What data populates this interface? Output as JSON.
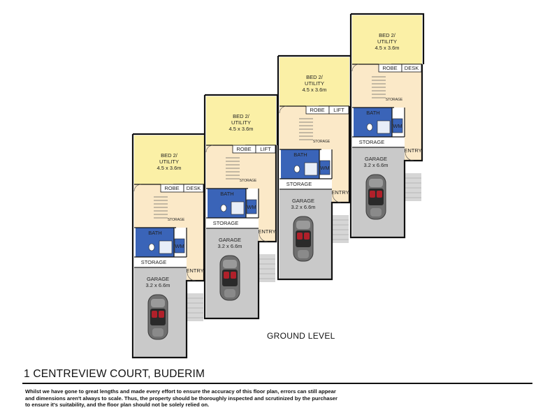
{
  "property": {
    "address": "1 CENTREVIEW COURT, BUDERIM",
    "level": "GROUND LEVEL",
    "disclaimer": [
      "Whilst we have gone to great lengths and made every effort to ensure the accuracy of this floor plan, errors can still appear",
      "and dimensions aren't always to scale. Thus, the property should be thoroughly inspected and scrutinized by the purchaser",
      "to ensure it's suitability, and the floor plan should not be solely relied on."
    ]
  },
  "units": [
    {
      "id": "unit-1",
      "bed": [
        "BED 2/",
        "UTILITY",
        "4.5 x 3.6m"
      ],
      "robe": "ROBE",
      "extra": "DESK",
      "storage_small": "STORAGE",
      "bath": "BATH",
      "wm": "WM",
      "storage": "STORAGE",
      "entry": "ENTRY",
      "garage": [
        "GARAGE",
        "3.2 x 6.6m"
      ]
    },
    {
      "id": "unit-2",
      "bed": [
        "BED 2/",
        "UTILITY",
        "4.5 x 3.6m"
      ],
      "robe": "ROBE",
      "extra": "LIFT",
      "storage_small": "STORAGE",
      "bath": "BATH",
      "wm": "WM",
      "storage": "STORAGE",
      "entry": "ENTRY",
      "garage": [
        "GARAGE",
        "3.2 x 6.6m"
      ]
    },
    {
      "id": "unit-3",
      "bed": [
        "BED 2/",
        "UTILITY",
        "4.5 x 3.6m"
      ],
      "robe": "ROBE",
      "extra": "LIFT",
      "storage_small": "STORAGE",
      "bath": "BATH",
      "wm": "WM",
      "storage": "STORAGE",
      "entry": "ENTRY",
      "garage": [
        "GARAGE",
        "3.2 x 6.6m"
      ]
    },
    {
      "id": "unit-4",
      "bed": [
        "BED 2/",
        "UTILITY",
        "4.5 x 3.6m"
      ],
      "robe": "ROBE",
      "extra": "DESK",
      "storage_small": "STORAGE",
      "bath": "BATH",
      "wm": "WM",
      "storage": "STORAGE",
      "entry": "ENTRY",
      "garage": [
        "GARAGE",
        "3.2 x 6.6m"
      ]
    }
  ],
  "colors": {
    "bedroom": "#fbf0a6",
    "hallway": "#fbe9c8",
    "bath": "#3a64b8",
    "garage": "#c9c9c9",
    "wall": "#111111",
    "car_body": "#6f6f6f",
    "car_seat": "#b0202a"
  }
}
